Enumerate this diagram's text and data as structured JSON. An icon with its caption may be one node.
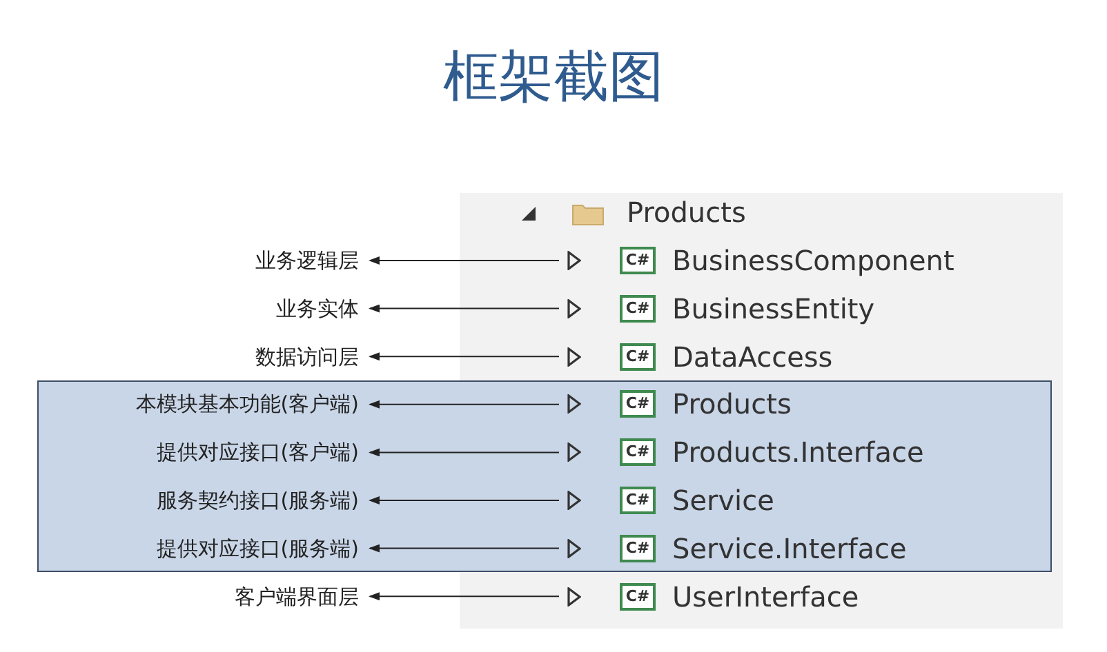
{
  "diagram": {
    "title": "框架截图",
    "nodes": [
      {
        "text": [
          "Products"
        ]
      },
      {
        "text": [
          "C#",
          "BusinessComponent"
        ]
      },
      {
        "text": [
          "C#",
          "BusinessEntity"
        ]
      },
      {
        "text": [
          "C#",
          "DataAccess"
        ]
      },
      {
        "text": [
          "C#",
          "Products"
        ]
      },
      {
        "text": [
          "C#",
          "Products.Interface"
        ]
      },
      {
        "text": [
          "C#",
          "Service"
        ]
      },
      {
        "text": [
          "C#",
          "Service.Interface"
        ]
      },
      {
        "text": [
          "C#",
          "UserInterface"
        ]
      },
      {
        "text": [
          "业务逻辑层"
        ]
      },
      {
        "text": [
          "业务实体"
        ]
      },
      {
        "text": [
          "数据访问层"
        ]
      },
      {
        "text": [
          "本模块基本功能(客户端)"
        ]
      },
      {
        "text": [
          "提供对应接口(客户端)"
        ]
      },
      {
        "text": [
          "服务契约接口(服务端)"
        ]
      },
      {
        "text": [
          "提供对应接口(服务端)"
        ]
      },
      {
        "text": [
          "客户端界面层"
        ]
      }
    ],
    "edges": [
      {
        "from": 1,
        "to": 9,
        "arrow": "to"
      },
      {
        "from": 2,
        "to": 10,
        "arrow": "to"
      },
      {
        "from": 3,
        "to": 11,
        "arrow": "to"
      },
      {
        "from": 4,
        "to": 12,
        "arrow": "to"
      },
      {
        "from": 5,
        "to": 13,
        "arrow": "to"
      },
      {
        "from": 6,
        "to": 14,
        "arrow": "to"
      },
      {
        "from": 7,
        "to": 15,
        "arrow": "to"
      },
      {
        "from": 8,
        "to": 16,
        "arrow": "to"
      }
    ]
  }
}
